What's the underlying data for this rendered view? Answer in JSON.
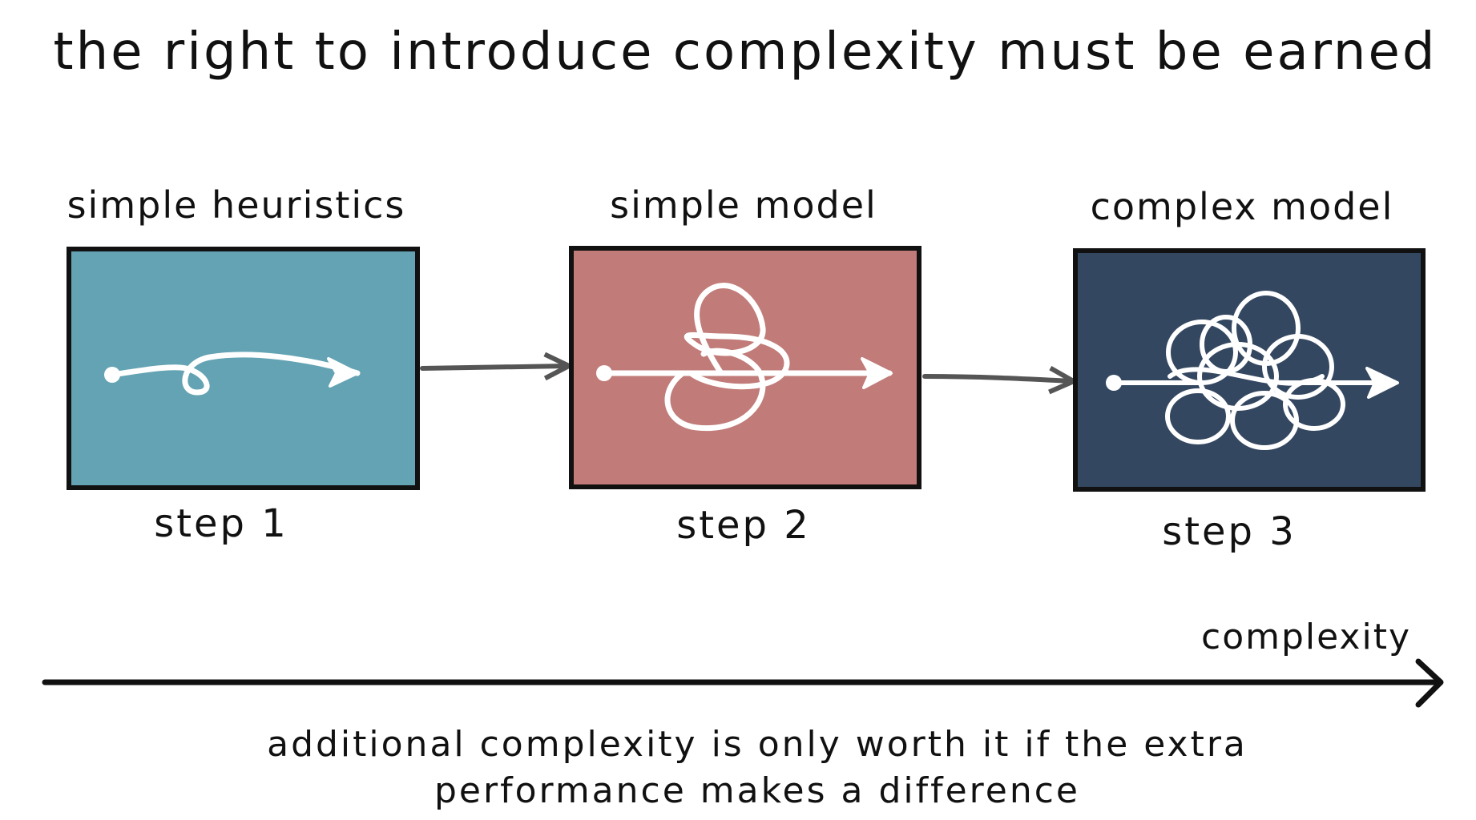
{
  "title": "the right to introduce complexity must be earned",
  "stages": [
    {
      "label": "simple heuristics",
      "step": "step 1",
      "color": "#63a3b3"
    },
    {
      "label": "simple model",
      "step": "step 2",
      "color": "#c17b78"
    },
    {
      "label": "complex model",
      "step": "step 3",
      "color": "#344760"
    }
  ],
  "axis": {
    "label": "complexity"
  },
  "caption": {
    "line1": "additional complexity is only worth it if the extra",
    "line2": "performance makes a difference"
  },
  "colors": {
    "ink": "#111111",
    "connector": "#555555",
    "squiggle": "#ffffff"
  }
}
